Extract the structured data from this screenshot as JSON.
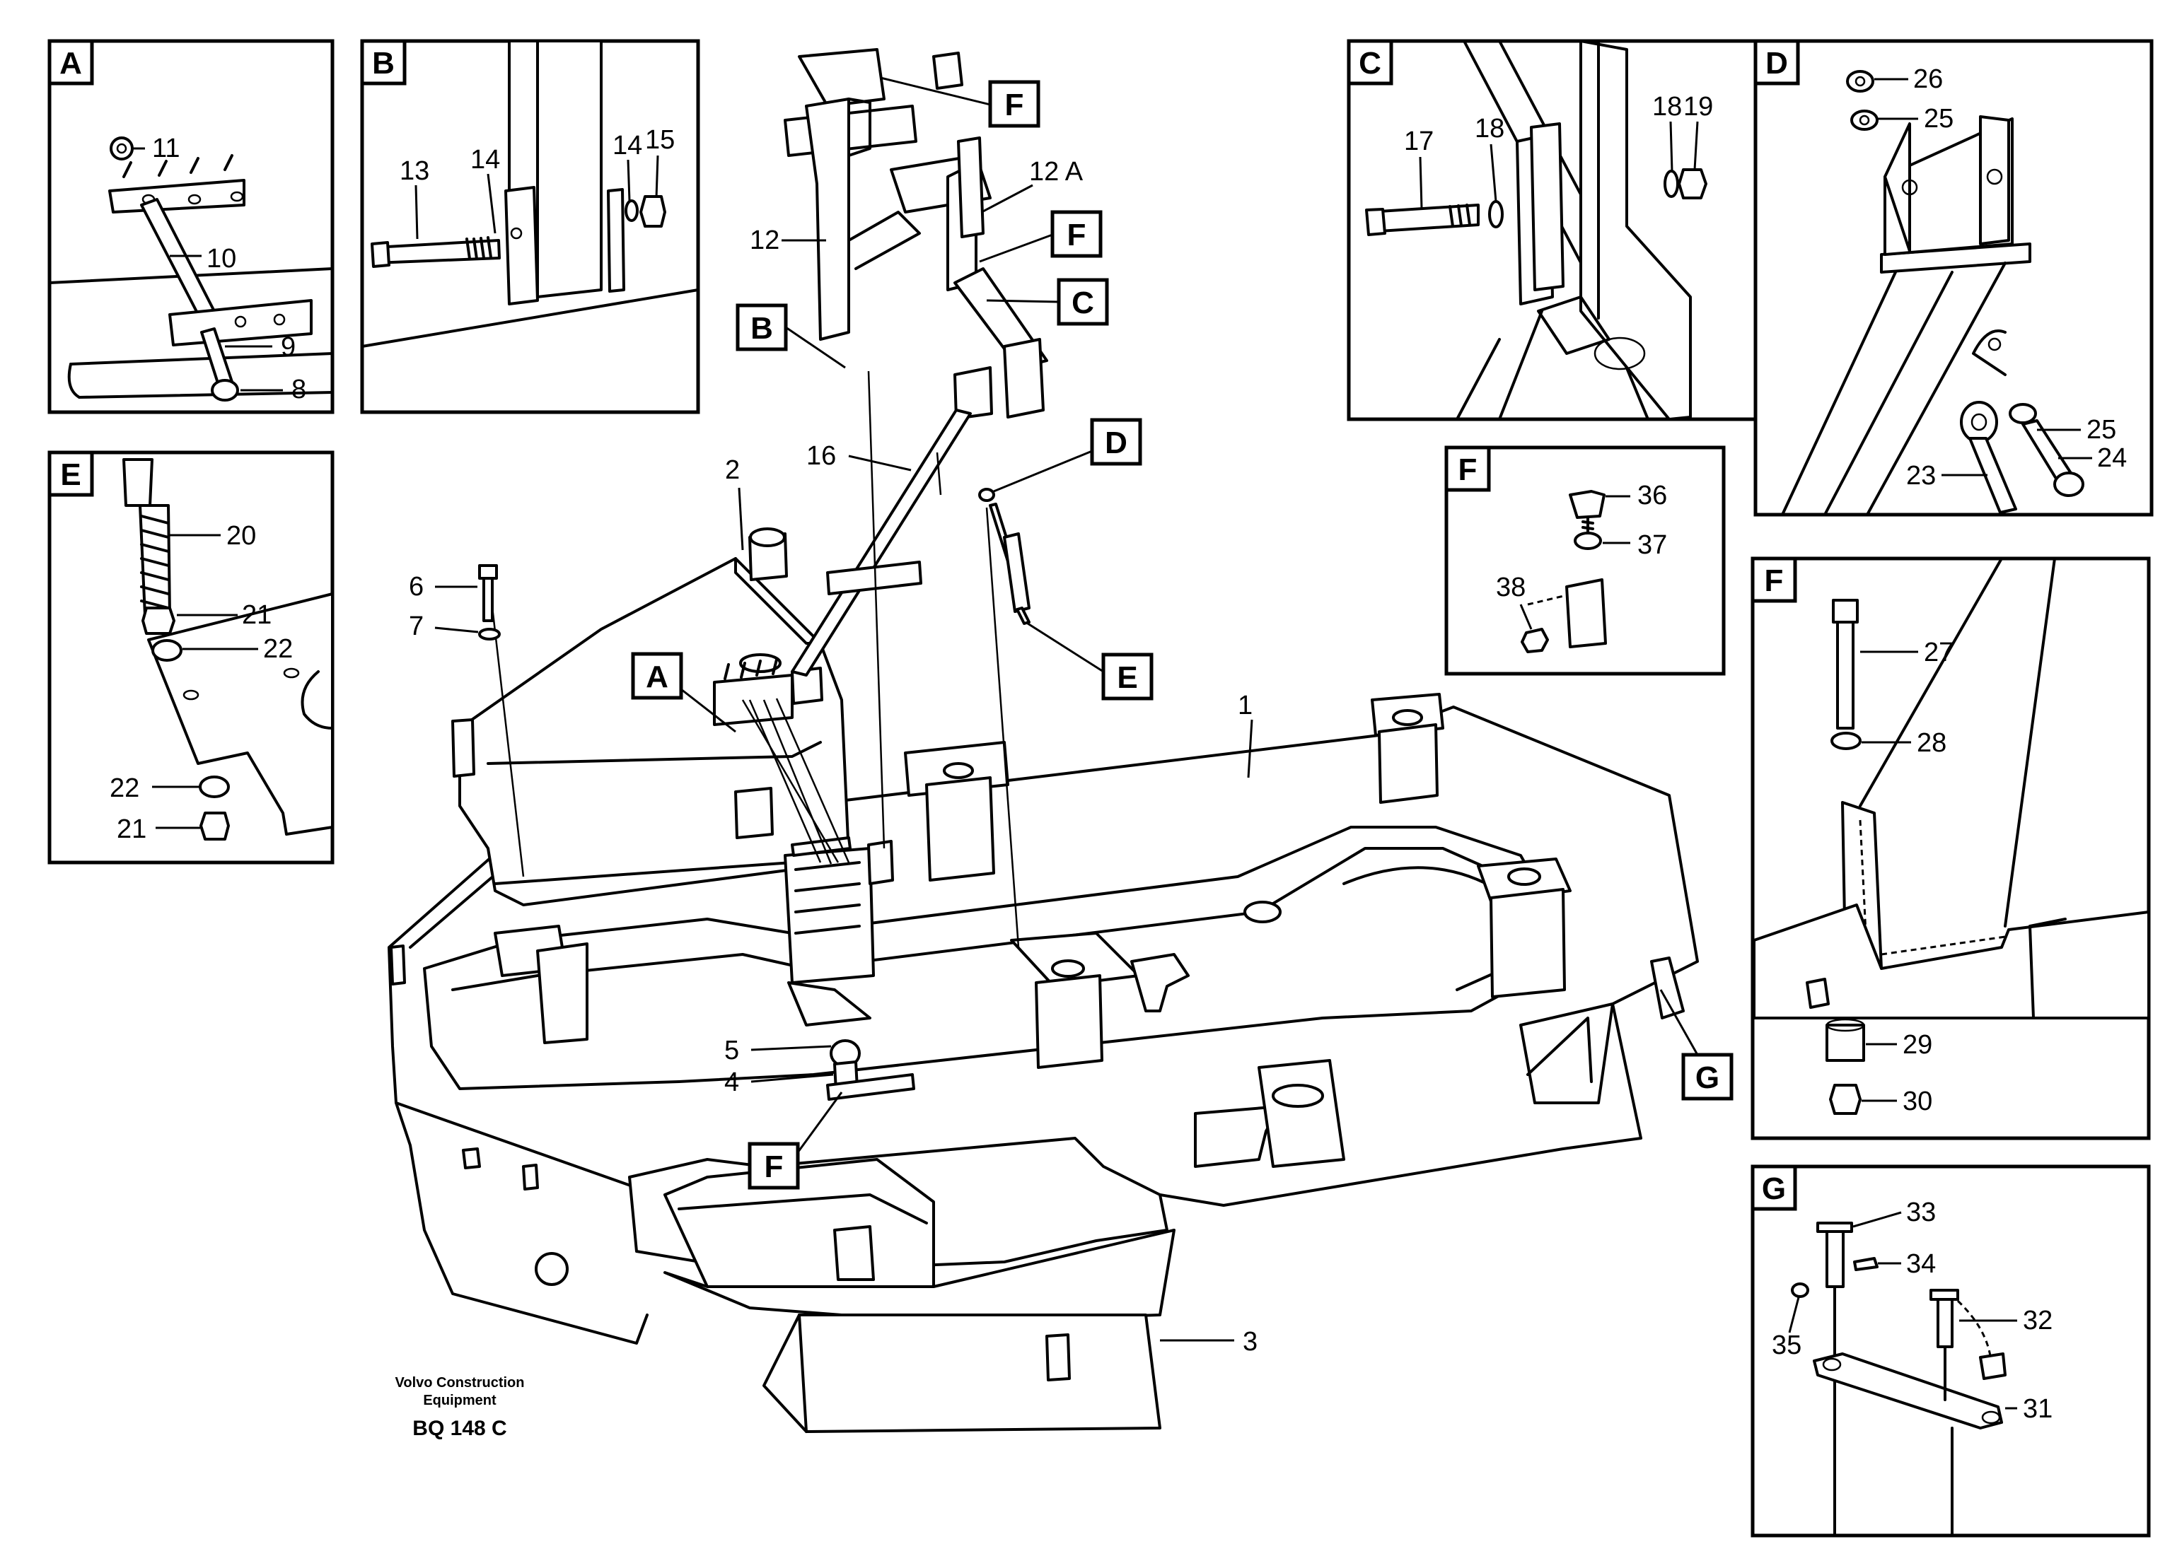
{
  "drawing": {
    "brand_line1": "Volvo Construction",
    "brand_line2": "Equipment",
    "code": "BQ 148 C"
  },
  "detail_tags": {
    "A": "A",
    "B": "B",
    "C": "C",
    "D": "D",
    "E": "E",
    "F": "F",
    "G": "G"
  },
  "callouts": {
    "n1": "1",
    "n2": "2",
    "n3": "3",
    "n4": "4",
    "n5": "5",
    "n6": "6",
    "n7": "7",
    "n8": "8",
    "n9": "9",
    "n10": "10",
    "n11": "11",
    "n12": "12",
    "n12a": "12 A",
    "n13": "13",
    "n14": "14",
    "n15": "15",
    "n16": "16",
    "n17": "17",
    "n18": "18",
    "n19": "19",
    "n20": "20",
    "n21": "21",
    "n22": "22",
    "n23": "23",
    "n24": "24",
    "n25": "25",
    "n26": "26",
    "n27": "27",
    "n28": "28",
    "n29": "29",
    "n30": "30",
    "n31": "31",
    "n32": "32",
    "n33": "33",
    "n34": "34",
    "n35": "35",
    "n36": "36",
    "n37": "37",
    "n38": "38"
  }
}
